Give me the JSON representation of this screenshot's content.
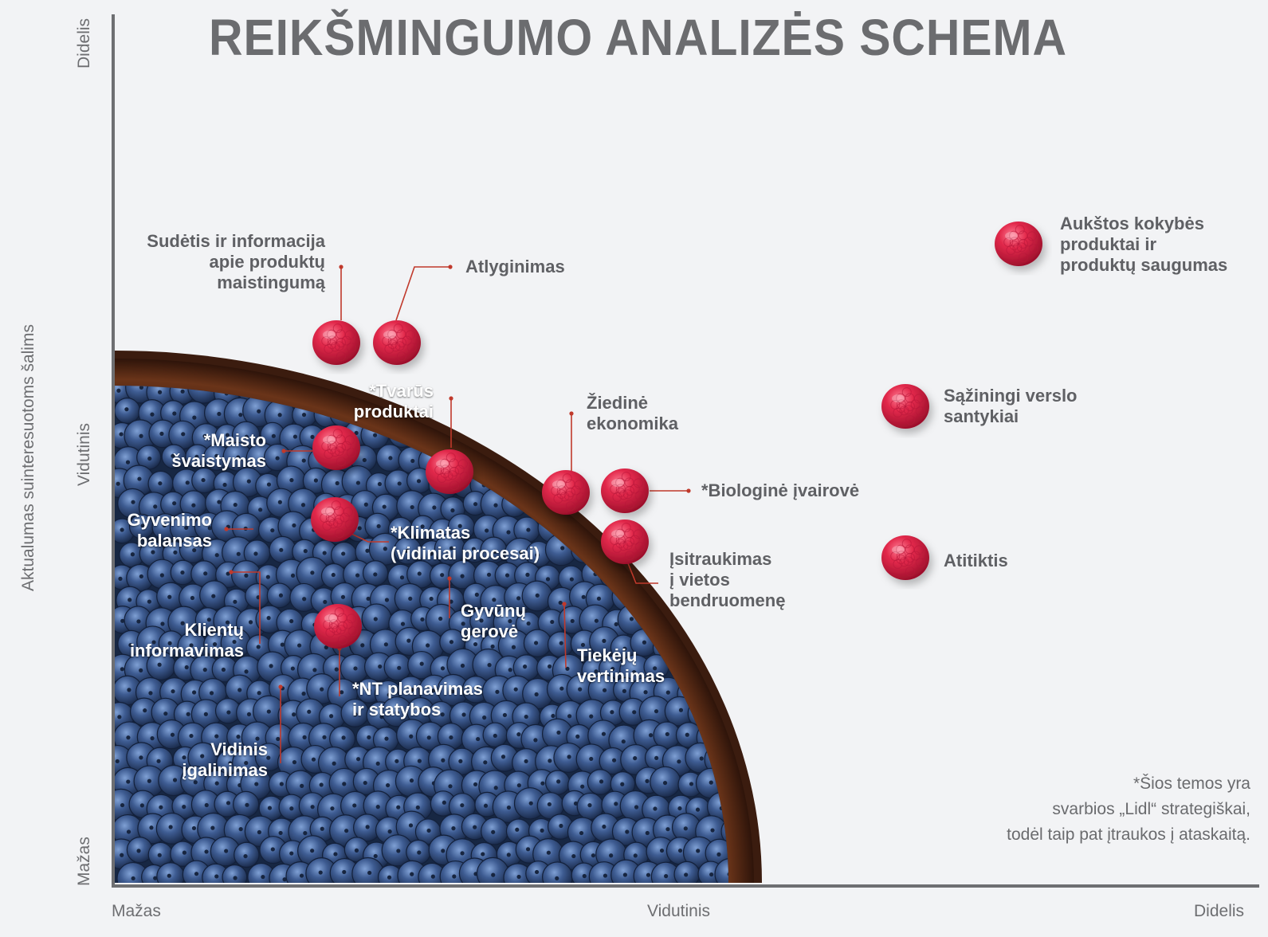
{
  "title": "REIKŠMINGUMO ANALIZĖS SCHEMA",
  "y_axis": {
    "label": "Aktualumas suinteresuotoms šalims",
    "ticks": [
      "Didelis",
      "Vidutinis",
      "Mažas"
    ]
  },
  "x_axis": {
    "ticks": [
      "Mažas",
      "Vidutinis",
      "Didelis"
    ]
  },
  "topics": [
    {
      "id": "sudetis",
      "text": [
        "Sudėtis ir informacija",
        "apie produktų",
        "maistingumą"
      ]
    },
    {
      "id": "atlyginimas",
      "text": [
        "Atlyginimas"
      ]
    },
    {
      "id": "tvarus",
      "text": [
        "*Tvarūs",
        "produktai"
      ]
    },
    {
      "id": "maisto",
      "text": [
        "*Maisto",
        "švaistymas"
      ]
    },
    {
      "id": "gyvenimo",
      "text": [
        "Gyvenimo",
        "balansas"
      ]
    },
    {
      "id": "klimatas",
      "text": [
        "*Klimatas",
        "(vidiniai procesai)"
      ]
    },
    {
      "id": "klientu",
      "text": [
        "Klientų",
        "informavimas"
      ]
    },
    {
      "id": "gyvunu",
      "text": [
        "Gyvūnų",
        "gerovė"
      ]
    },
    {
      "id": "nt",
      "text": [
        "*NT planavimas",
        "ir statybos"
      ]
    },
    {
      "id": "tiekeju",
      "text": [
        "Tiekėjų",
        "vertinimas"
      ]
    },
    {
      "id": "vidinis",
      "text": [
        "Vidinis",
        "įgalinimas"
      ]
    },
    {
      "id": "ziedine",
      "text": [
        "Žiedinė",
        "ekonomika"
      ]
    },
    {
      "id": "biologine",
      "text": [
        "*Biologinė įvairovė"
      ]
    },
    {
      "id": "isitraukimas",
      "text": [
        "Įsitraukimas",
        "į vietos",
        "bendruomenę"
      ]
    },
    {
      "id": "aukstos",
      "text": [
        "Aukštos kokybės",
        "produktai ir",
        "produktų saugumas"
      ]
    },
    {
      "id": "saziningi",
      "text": [
        "Sąžiningi verslo",
        "santykiai"
      ]
    },
    {
      "id": "atitiktis",
      "text": [
        "Atitiktis"
      ]
    }
  ],
  "footnote": [
    "*Šios temos yra",
    "svarbios „Lidl“ strategiškai,",
    "todėl taip pat įtraukos į ataskaitą."
  ],
  "colors": {
    "background": "#f2f3f5",
    "title": "#6b6c6f",
    "axis": "#6e6f72",
    "raspberry": "#e0284a",
    "blueberry": "#2f4a78",
    "bowl": "#4a2515",
    "leader": "#c0392b"
  }
}
